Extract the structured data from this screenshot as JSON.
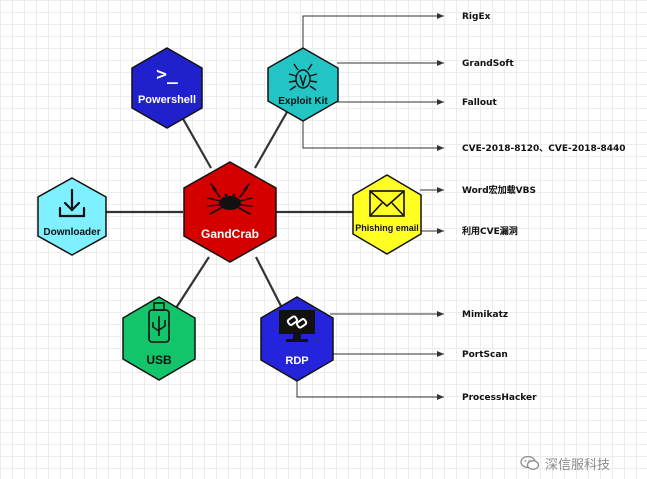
{
  "center": {
    "label": "GandCrab",
    "icon": "crab-icon",
    "color": "#d40000"
  },
  "nodes": {
    "powershell": {
      "label": "Powershell",
      "prompt_glyph": ">_",
      "icon": "terminal-icon",
      "color": "#2020cc"
    },
    "exploit_kit": {
      "label": "Exploit Kit",
      "icon": "bug-icon",
      "color": "#22c4c4"
    },
    "downloader": {
      "label": "Downloader",
      "icon": "download-icon",
      "color": "#7ff0ff"
    },
    "phishing": {
      "label": "Phishing email",
      "icon": "envelope-icon",
      "color": "#ffff22"
    },
    "usb": {
      "label": "USB",
      "icon": "usb-icon",
      "color": "#12c46a"
    },
    "rdp": {
      "label": "RDP",
      "icon": "monitor-link-icon",
      "color": "#2424dd"
    }
  },
  "exploit_kit_items": [
    "RigEx",
    "GrandSoft",
    "Fallout",
    "CVE-2018-8120、CVE-2018-8440"
  ],
  "phishing_items": [
    "Word宏加载VBS",
    "利用CVE漏洞"
  ],
  "rdp_items": [
    "Mimikatz",
    "PortScan",
    "ProcessHacker"
  ],
  "watermark": {
    "text": "深信服科技",
    "icon": "wechat-icon"
  }
}
